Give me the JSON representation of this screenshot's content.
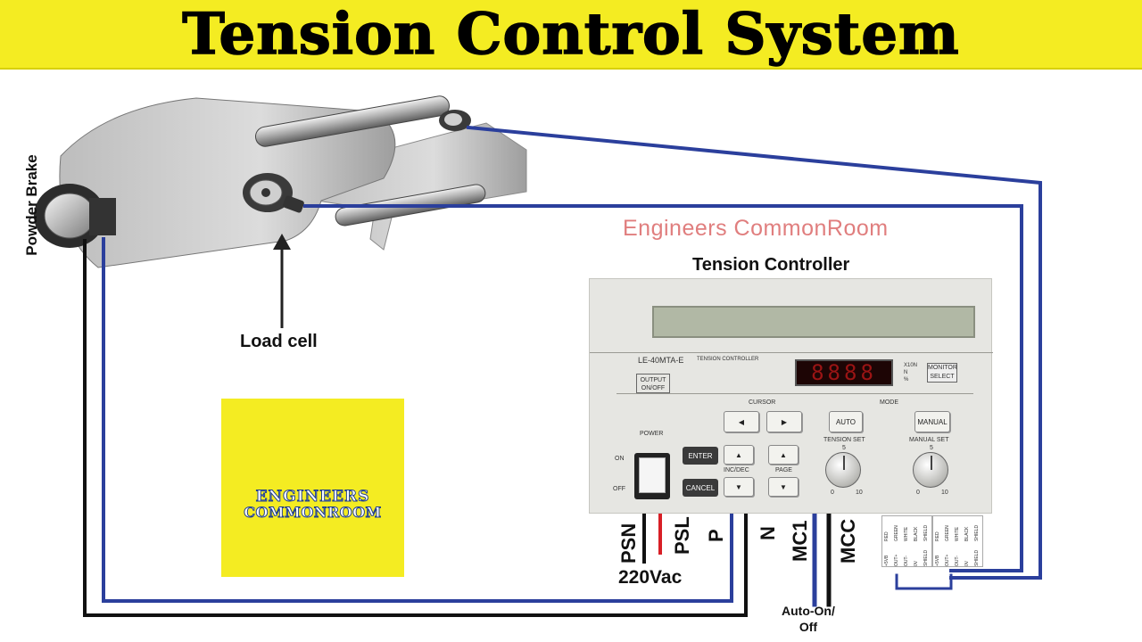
{
  "title": "Tension Control System",
  "watermark": "Engineers CommonRoom",
  "labels": {
    "powder_brake": "Powder Brake",
    "load_cell": "Load cell",
    "tension_controller": "Tension Controller"
  },
  "terminals": [
    "PSN",
    "PSL",
    "P",
    "N",
    "MC1",
    "MCC"
  ],
  "voltage_label": "220Vac",
  "auto_on_off": [
    "Auto-On/",
    "Off"
  ],
  "logo": {
    "line1": "ENGINEERS",
    "line2": "COMMONROOM"
  },
  "controller": {
    "model": "LE-40MTA-E",
    "model_caption": "TENSION CONTROLLER",
    "output_button": [
      "OUTPUT",
      "ON/OFF"
    ],
    "display": "8888",
    "units": [
      "X10N",
      "N",
      "%"
    ],
    "monitor_button": [
      "MONITOR",
      "SELECT"
    ],
    "cursor_label": "CURSOR",
    "mode_label": "MODE",
    "power_label": "POWER",
    "on_label": "ON",
    "off_label": "OFF",
    "enter": "ENTER",
    "cancel": "CANCEL",
    "inc_dec": "INC/DEC",
    "page": "PAGE",
    "auto": "AUTO",
    "manual": "MANUAL",
    "tension_set": "TENSION SET",
    "manual_set": "MANUAL SET",
    "knob_scale": [
      "0",
      "5",
      "10"
    ],
    "terminal_block_colors": [
      "RED",
      "GREEN",
      "WHITE",
      "BLACK",
      "SHIELD"
    ],
    "terminal_block_functions": [
      "+5VB",
      "OUT+",
      "OUT-",
      "0V",
      "SHIELD"
    ]
  },
  "colors": {
    "title_bg": "#f4ec22",
    "wire_blue": "#2b3f9c",
    "wire_black": "#111111",
    "wire_red": "#d81f26",
    "watermark": "#e07e7e"
  }
}
